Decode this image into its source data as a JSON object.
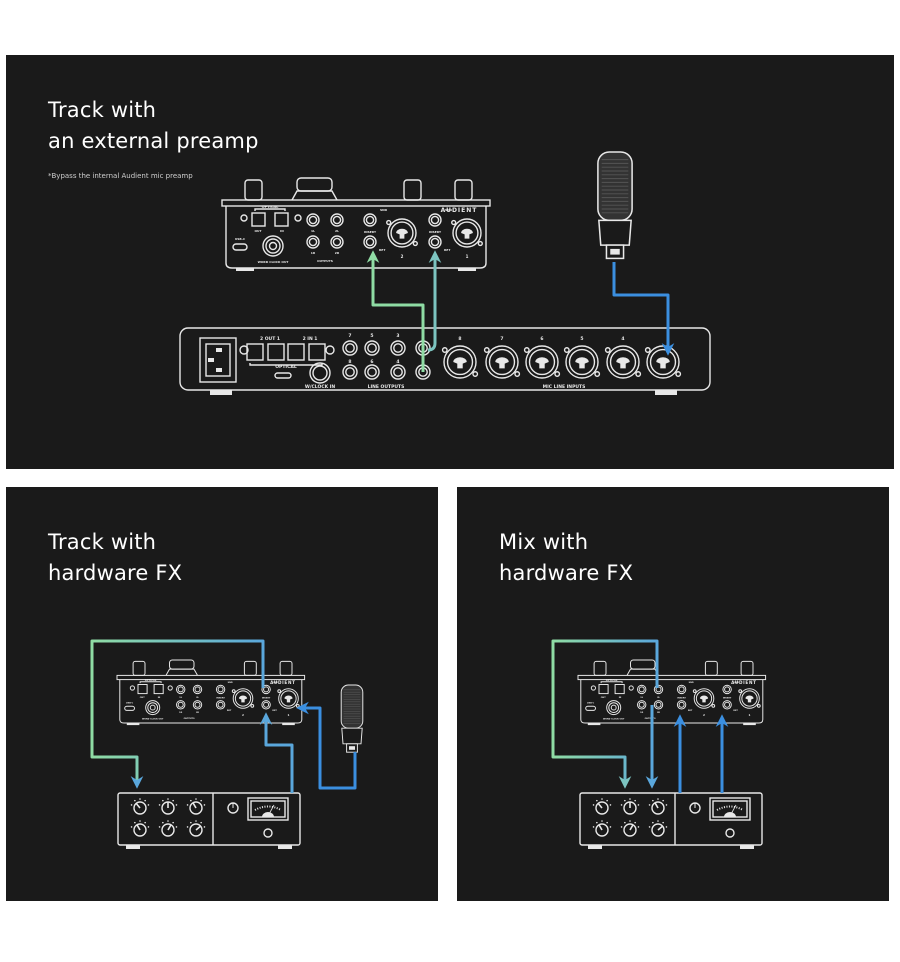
{
  "panels": [
    {
      "title": "Track with\nan external preamp",
      "note": "*Bypass the internal Audient mic preamp"
    },
    {
      "title": "Track with\nhardware FX"
    },
    {
      "title": "Mix with\nhardware FX"
    }
  ],
  "devices": {
    "interface": {
      "optical": "OPTICAL",
      "out": "OUT",
      "in": "IN",
      "usbc": "USB-C",
      "word_clock": "WORD CLOCK OUT",
      "outputs": "OUTPUTS",
      "output_labels": [
        "1L",
        "2L",
        "1R",
        "2R"
      ],
      "insert": "INSERT",
      "send": "SND",
      "ret": "RET",
      "channels": [
        "2",
        "1"
      ],
      "brand": "AUDIENT"
    },
    "rack": {
      "out_label": "2  OUT  1",
      "in_label": "2  IN  1",
      "optical": "OPTICAL",
      "wclock": "W/CLOCK IN",
      "line_outputs": "LINE OUTPUTS",
      "mic_inputs": "MIC LINE INPUTS",
      "line_out_top": [
        "7",
        "5",
        "3"
      ],
      "line_out_bottom": [
        "8",
        "6",
        "4",
        "2"
      ],
      "mic_numbers": [
        "8",
        "7",
        "6",
        "5",
        "4"
      ]
    }
  },
  "colors": {
    "green": "#8fdca4",
    "teal": "#7cc4c0",
    "blue": "#3b8fe0",
    "lightblue": "#5aa7dc",
    "panel": "#1a1a1a",
    "line": "#e8e8e8"
  }
}
